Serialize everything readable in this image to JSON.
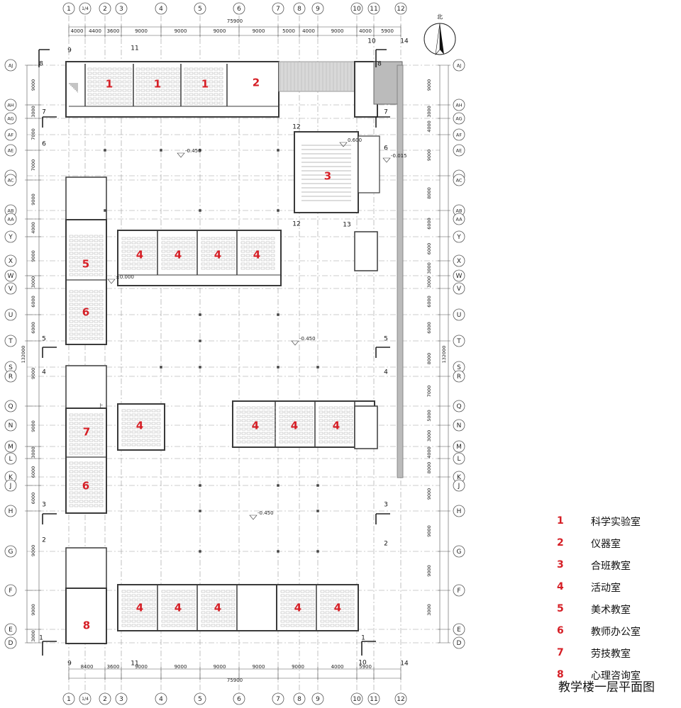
{
  "grid": {
    "x_labels": [
      "1",
      "1/4",
      "2",
      "3",
      "4",
      "5",
      "6",
      "7",
      "8",
      "9",
      "10",
      "11",
      "12"
    ],
    "y_labels": [
      "AJ",
      "AH",
      "AG",
      "AF",
      "AE",
      "AD",
      "AC",
      "AB",
      "AA",
      "Y",
      "X",
      "W",
      "V",
      "U",
      "T",
      "S",
      "R",
      "Q",
      "N",
      "M",
      "L",
      "K",
      "J",
      "H",
      "G",
      "F",
      "E",
      "D"
    ],
    "dims_top": [
      "4000",
      "4400",
      "3600",
      "9000",
      "9000",
      "9000",
      "9000",
      "5000",
      "4000",
      "9000",
      "4000",
      "5900"
    ],
    "dims_bottom": [
      "8400",
      "3600",
      "9000",
      "9000",
      "9000",
      "9000",
      "9000",
      "4000",
      "5900"
    ],
    "total_width": "75900",
    "left_dims": [
      "9000",
      "3000",
      "7000",
      "7000",
      "9000",
      "4000",
      "9000",
      "3000",
      "6000",
      "6000",
      "9000",
      "9000",
      "3000",
      "6000",
      "6000",
      "9000",
      "9000",
      "3000"
    ],
    "right_dims": [
      "9000",
      "3000",
      "4000",
      "9000",
      "8000",
      "6000",
      "6000",
      "3000",
      "3000",
      "6000",
      "6000",
      "8000",
      "7000",
      "5000",
      "3000",
      "4000",
      "8000",
      "9000",
      "9000",
      "9000",
      "3000"
    ],
    "total_height": "132000"
  },
  "north_arrow_label": "北",
  "rooms": [
    "1",
    "1",
    "1",
    "2",
    "3",
    "4",
    "4",
    "4",
    "4",
    "5",
    "6",
    "4",
    "4",
    "4",
    "4",
    "7",
    "6",
    "4",
    "4",
    "4",
    "4",
    "4",
    "8"
  ],
  "levels": [
    "-0.450",
    "-0.450",
    "-0.450",
    "±0.000",
    "0.600",
    "-0.015"
  ],
  "section_marks": [
    "8",
    "8",
    "9",
    "10",
    "11",
    "7",
    "7",
    "12",
    "6",
    "6",
    "12",
    "13",
    "5",
    "5",
    "4",
    "4",
    "3",
    "3",
    "2",
    "2",
    "1",
    "1",
    "9",
    "11",
    "10",
    "14",
    "14"
  ],
  "stair_mark": "上",
  "legend": [
    {
      "num": "1",
      "label": "科学实验室"
    },
    {
      "num": "2",
      "label": "仪器室"
    },
    {
      "num": "3",
      "label": "合班教室"
    },
    {
      "num": "4",
      "label": "活动室"
    },
    {
      "num": "5",
      "label": "美术教室"
    },
    {
      "num": "6",
      "label": "教师办公室"
    },
    {
      "num": "7",
      "label": "劳技教室"
    },
    {
      "num": "8",
      "label": "心理咨询室"
    }
  ],
  "drawing_title": "教学楼一层平面图",
  "colors": {
    "accent": "#d61f26",
    "line": "#444444",
    "grid": "#999999"
  }
}
